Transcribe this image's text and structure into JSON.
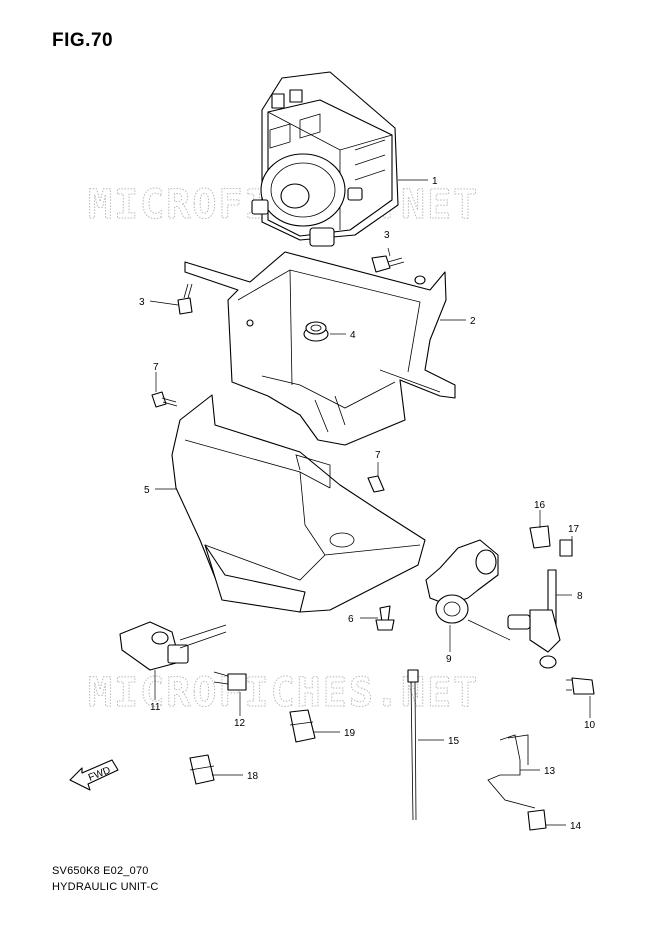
{
  "figure": {
    "title": "FIG.70",
    "model_code": "SV650K8 E02_070",
    "group_name": "HYDRAULIC UNIT-C"
  },
  "watermark": {
    "text": "MICROFICHES.NET"
  },
  "direction_marker": {
    "label": "FWD"
  },
  "callouts": [
    {
      "id": "callout-1",
      "label": "1"
    },
    {
      "id": "callout-2",
      "label": "2"
    },
    {
      "id": "callout-3a",
      "label": "3"
    },
    {
      "id": "callout-3b",
      "label": "3"
    },
    {
      "id": "callout-4",
      "label": "4"
    },
    {
      "id": "callout-5",
      "label": "5"
    },
    {
      "id": "callout-6",
      "label": "6"
    },
    {
      "id": "callout-7a",
      "label": "7"
    },
    {
      "id": "callout-7b",
      "label": "7"
    },
    {
      "id": "callout-8",
      "label": "8"
    },
    {
      "id": "callout-9",
      "label": "9"
    },
    {
      "id": "callout-10",
      "label": "10"
    },
    {
      "id": "callout-11",
      "label": "11"
    },
    {
      "id": "callout-12",
      "label": "12"
    },
    {
      "id": "callout-13",
      "label": "13"
    },
    {
      "id": "callout-14",
      "label": "14"
    },
    {
      "id": "callout-15",
      "label": "15"
    },
    {
      "id": "callout-16",
      "label": "16"
    },
    {
      "id": "callout-17",
      "label": "17"
    },
    {
      "id": "callout-18",
      "label": "18"
    },
    {
      "id": "callout-19",
      "label": "19"
    }
  ]
}
